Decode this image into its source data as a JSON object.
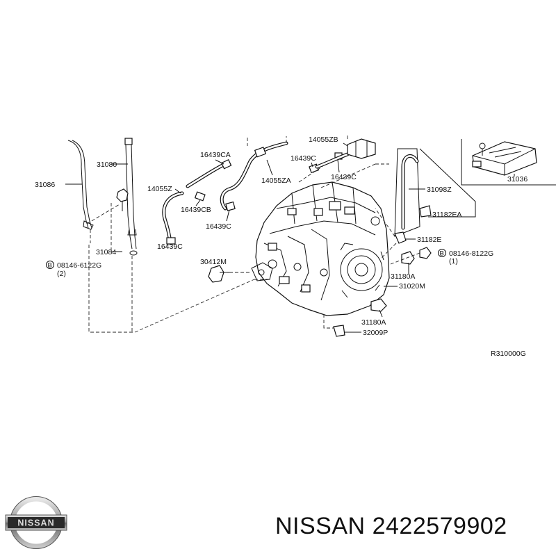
{
  "diagram": {
    "labels": {
      "p31086": "31086",
      "p31080": "31080",
      "p31084": "31084",
      "bolt_left": "08146-6122G",
      "bolt_left_qty": "(2)",
      "p16439CA": "16439CA",
      "p14055Z": "14055Z",
      "p16439CB": "16439CB",
      "p16439C_a": "16439C",
      "p16439C_b": "16439C",
      "p16439C_c": "16439C",
      "p16439C_d": "16439C",
      "p14055ZA": "14055ZA",
      "p14055ZB": "14055ZB",
      "p31098Z": "31098Z",
      "p31182EA": "31182EA",
      "p31182E": "31182E",
      "bolt_right": "08146-8122G",
      "bolt_right_qty": "(1)",
      "p31036": "31036",
      "p30412M": "30412M",
      "p31180A_a": "31180A",
      "p31020M": "31020M",
      "p31180A_b": "31180A",
      "p32009P": "32009P",
      "ref_code": "R310000G",
      "bolt_marker": "B"
    }
  },
  "brand": {
    "logo_text": "NISSAN",
    "name": "NISSAN",
    "part_number": "2422579902"
  }
}
